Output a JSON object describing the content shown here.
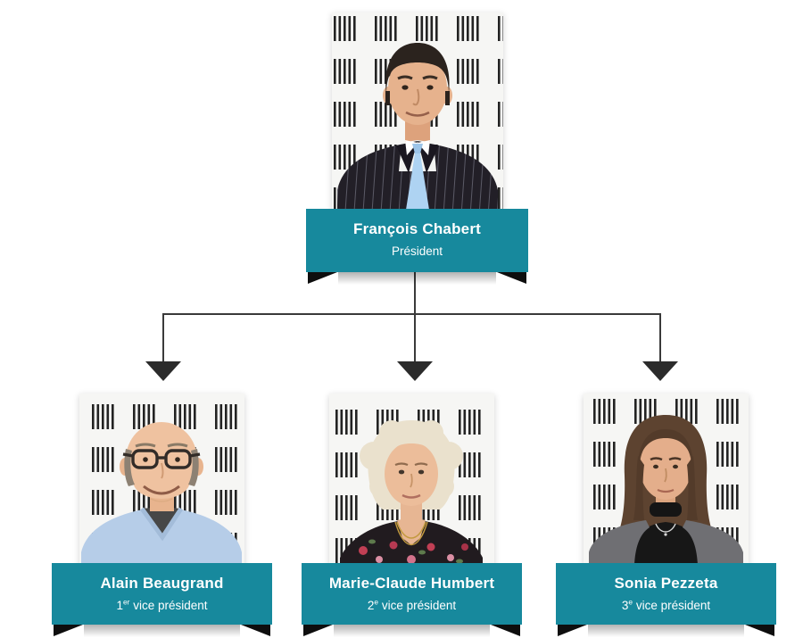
{
  "page": {
    "background": "#ffffff"
  },
  "colors": {
    "banner": "#17899D",
    "banner_text": "#FFFFFF",
    "fold": "#0E0E0E",
    "line": "#3A3A3A",
    "arrow": "#2B2B2B"
  },
  "org_chart": {
    "type": "org-chart",
    "root": "François Chabert",
    "children_of_root": [
      "Alain Beaugrand",
      "Marie-Claude Humbert",
      "Sonia Pezzeta"
    ]
  },
  "members": [
    {
      "name": "François Chabert",
      "title_pre": "",
      "title_sup": "",
      "title_post": "Président",
      "portrait": "man-dark-hair-pinstripe-suit-blue-tie"
    },
    {
      "name": "Alain Beaugrand",
      "title_pre": "1",
      "title_sup": "er",
      "title_post": " vice président",
      "portrait": "bald-man-glasses-light-blue-sweater"
    },
    {
      "name": "Marie-Claude Humbert",
      "title_pre": "2",
      "title_sup": "e",
      "title_post": " vice président",
      "portrait": "woman-white-curly-hair-floral-top"
    },
    {
      "name": "Sonia Pezzeta",
      "title_pre": "3",
      "title_sup": "e",
      "title_post": " vice président",
      "portrait": "woman-long-brown-hair-grey-jacket"
    }
  ]
}
